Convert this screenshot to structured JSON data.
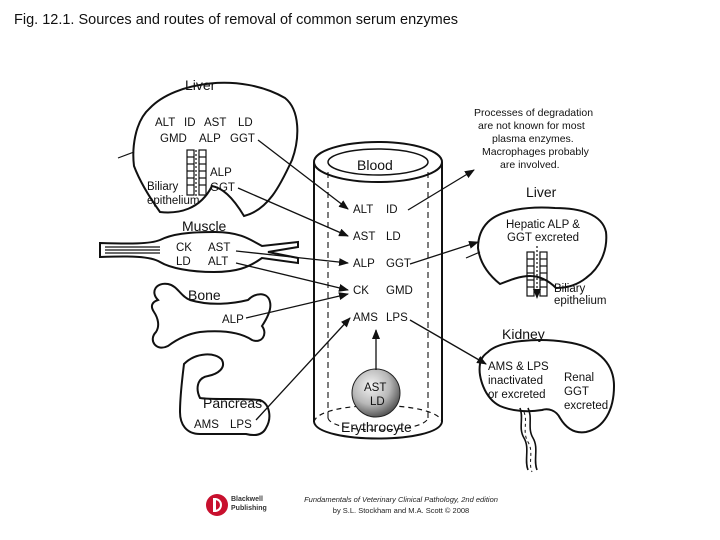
{
  "caption": "Fig. 12.1. Sources and routes of removal of common serum enzymes",
  "liver_left": {
    "title": "Liver",
    "row1": [
      "ALT",
      "ID",
      "AST",
      "LD"
    ],
    "row2": [
      "GMD",
      "ALP",
      "GGT"
    ],
    "alp": "ALP",
    "ggt": "GGT",
    "biliary": "Biliary",
    "epithelium": "epithelium"
  },
  "muscle": {
    "title": "Muscle",
    "row1": [
      "CK",
      "AST"
    ],
    "row2": [
      "LD",
      "ALT"
    ]
  },
  "bone": {
    "title": "Bone",
    "alp": "ALP"
  },
  "pancreas": {
    "title": "Pancreas",
    "ams": "AMS",
    "lps": "LPS"
  },
  "blood": {
    "title": "Blood",
    "rows": [
      [
        "ALT",
        "ID"
      ],
      [
        "AST",
        "LD"
      ],
      [
        "ALP",
        "GGT"
      ],
      [
        "CK",
        "GMD"
      ],
      [
        "AMS",
        "LPS"
      ]
    ],
    "erythrocyte": "Erythrocyte",
    "rbc_ast": "AST",
    "rbc_ld": "LD"
  },
  "degradation_note": [
    "Processes of degradation",
    "are not known for most",
    "plasma enzymes.",
    "Macrophages probably",
    "are involved."
  ],
  "liver_right": {
    "title": "Liver",
    "line1": "Hepatic ALP &",
    "line2": "GGT excreted",
    "biliary": "Biliary",
    "epithelium": "epithelium"
  },
  "kidney": {
    "title": "Kidney",
    "left_lines": [
      "AMS & LPS",
      "inactivated",
      "or excreted"
    ],
    "right_lines": [
      "Renal",
      "GGT",
      "excreted"
    ]
  },
  "footer": {
    "publisher_line1": "Blackwell",
    "publisher_line2": "Publishing",
    "book": "Fundamentals of Veterinary Clinical Pathology",
    "edition": ", 2nd edition",
    "authors": "by S.L. Stockham and M.A. Scott © 2008"
  },
  "colors": {
    "ink": "#111111",
    "rbc_gray": "#9a9a9a",
    "logo_red": "#c8102e"
  }
}
